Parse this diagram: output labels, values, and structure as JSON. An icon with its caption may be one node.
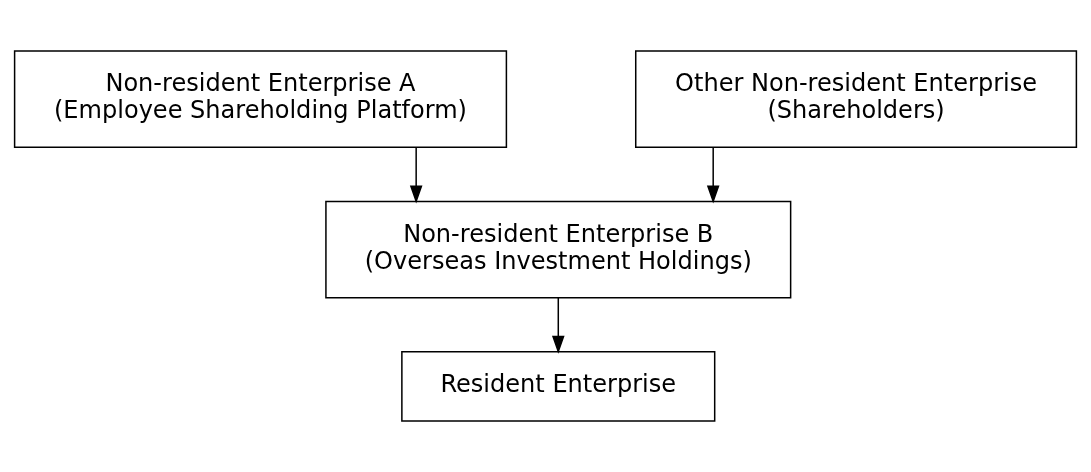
{
  "diagram": {
    "nodes": [
      {
        "text": [
          "Non-resident Enterprise A",
          "(Employee Shareholding Platform)"
        ]
      },
      {
        "text": [
          "Other Non-resident Enterprise",
          "(Shareholders)"
        ]
      },
      {
        "text": [
          "Non-resident Enterprise B",
          "(Overseas Investment Holdings)"
        ]
      },
      {
        "text": [
          "Resident Enterprise"
        ]
      }
    ],
    "edges": [
      {
        "from": 0,
        "to": 2,
        "arrow": "to"
      },
      {
        "from": 1,
        "to": 2,
        "arrow": "to"
      },
      {
        "from": 2,
        "to": 3,
        "arrow": "to"
      }
    ]
  }
}
